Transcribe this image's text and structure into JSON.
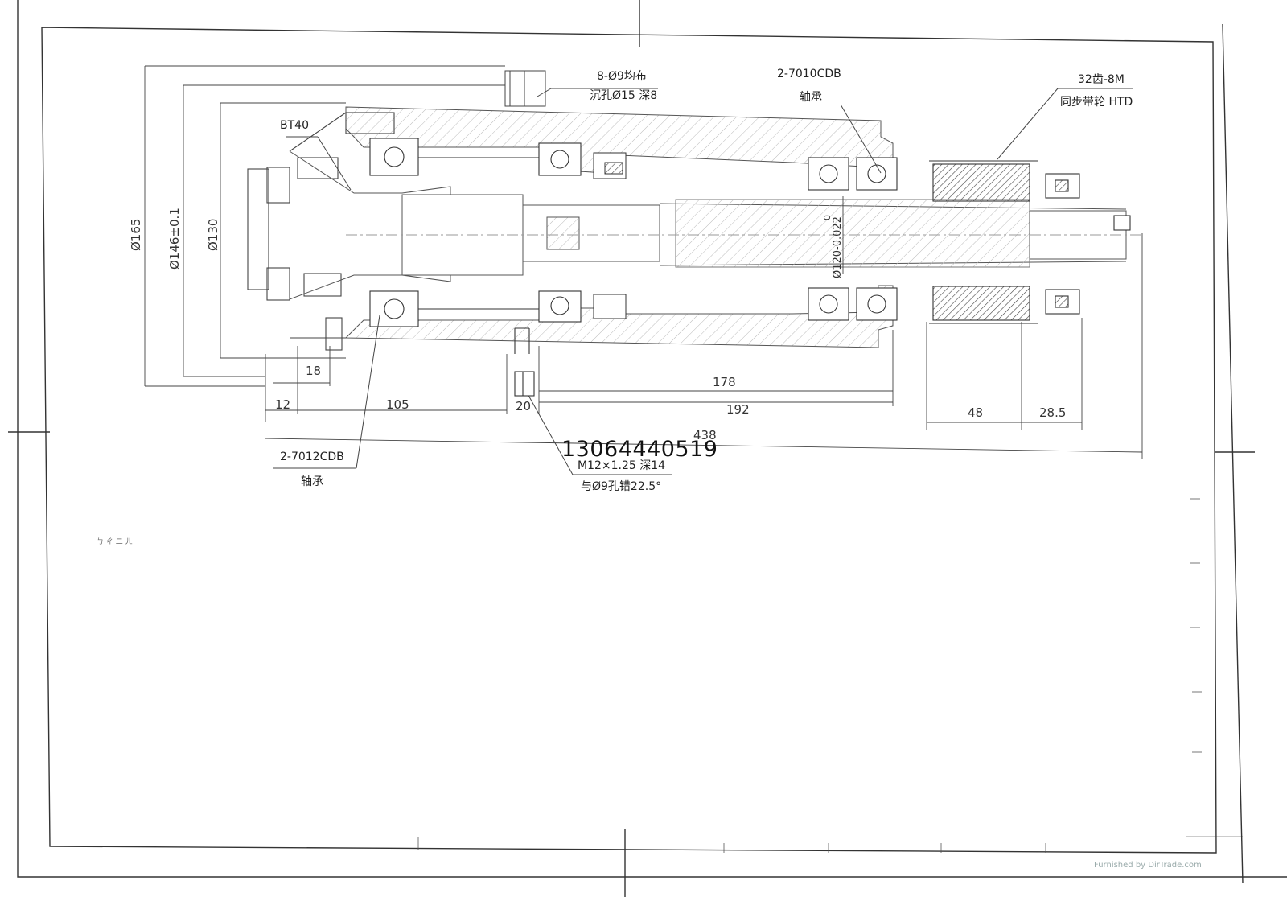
{
  "labels": {
    "holes_line1": "8-Ø9均布",
    "holes_line2": "沉孔Ø15 深8",
    "bt40": "BT40",
    "front_bearing_model": "2-7012CDB",
    "front_bearing_label": "轴承",
    "rear_bearing_model": "2-7010CDB",
    "rear_bearing_label": "轴承",
    "pulley_line1": "32齿-8M",
    "pulley_line2": "同步带轮 HTD",
    "thread_line1": "M12×1.25 深14",
    "thread_line2": "与Ø9孔错22.5°"
  },
  "dimensions": {
    "d165": "Ø165",
    "d146": "Ø146±0.1",
    "d130": "Ø130",
    "d120_sup": "0",
    "d120": "Ø120-0.022",
    "l18": "18",
    "l12": "12",
    "l105": "105",
    "l20": "20",
    "l178": "178",
    "l192": "192",
    "l48": "48",
    "l28_5": "28.5",
    "l438": "438"
  },
  "overlay": {
    "phone": "13064440519",
    "watermark": "Furnished by DirTrade.com",
    "scribble": "ㄅ ㄔ 二 ㄦ"
  }
}
